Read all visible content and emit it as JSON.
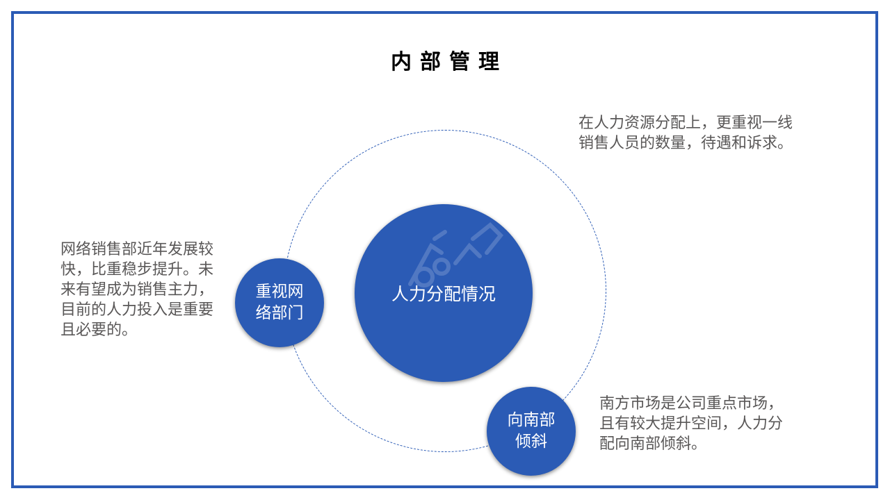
{
  "slide": {
    "title": "内部管理",
    "colors": {
      "accent": "#2B5BB5",
      "text_gray": "#595757",
      "title": "#000000",
      "background": "#FFFFFF"
    }
  },
  "diagram": {
    "center": {
      "label": "人力分配情况"
    },
    "nodes": [
      {
        "id": "network",
        "label": "重视网络部门",
        "description": "网络销售部近年发展较快，比重稳步提升。未来有望成为销售主力，目前的人力投入是重要且必要的。"
      },
      {
        "id": "south",
        "label": "向南部倾斜",
        "description": "南方市场是公司重点市场，且有较大提升空间，人力分配向南部倾斜。"
      }
    ],
    "top_note": "在人力资源分配上，更重视一线销售人员的数量，待遇和诉求。"
  }
}
